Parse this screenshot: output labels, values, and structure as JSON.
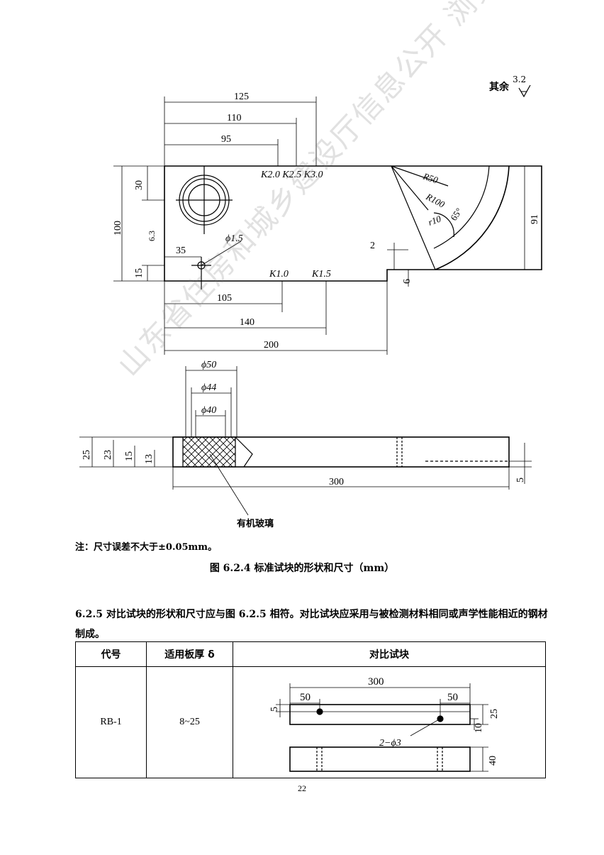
{
  "roughness": {
    "label": "其余",
    "value": "3.2"
  },
  "block_top": {
    "dims": {
      "d125": "125",
      "d110": "110",
      "d95": "95",
      "d30": "30",
      "d100": "100",
      "d35": "35",
      "d15": "15",
      "d105": "105",
      "d140": "140",
      "d200": "200",
      "d2": "2",
      "d6": "6",
      "d91": "91"
    },
    "roughness_side": "6.3",
    "k_upper": "K2.0 K2.5 K3.0",
    "k_lower_1": "K1.0",
    "k_lower_2": "K1.5",
    "hole": "ϕ1.5",
    "r50": "R50",
    "r100": "R100",
    "r10": "r10",
    "angle": "65°"
  },
  "block_bottom": {
    "phi50": "ϕ50",
    "phi44": "ϕ44",
    "phi40": "ϕ40",
    "d25": "25",
    "d23": "23",
    "d15": "15",
    "d13": "13",
    "d300": "300",
    "d5": "5",
    "material": "有机玻璃"
  },
  "note": "注：尺寸误差不大于±0.05mm。",
  "figure_caption": "图 6.2.4  标准试块的形状和尺寸（mm）",
  "paragraph": "6.2.5 对比试块的形状和尺寸应与图 6.2.5 相符。对比试块应采用与被检测材料相同或声学性能相近的钢材制成。",
  "table": {
    "headers": [
      "代号",
      "适用板厚 δ",
      "对比试块"
    ],
    "rows": [
      {
        "code": "RB-1",
        "thickness": "8~25"
      }
    ],
    "drawing": {
      "d300": "300",
      "d50a": "50",
      "d50b": "50",
      "d5": "5",
      "d25": "25",
      "d10": "10",
      "holes": "2−ϕ3",
      "d40": "40"
    }
  },
  "page_number": "22",
  "watermark": "山东省住房和城乡建设厅信息公开  浏览专用"
}
